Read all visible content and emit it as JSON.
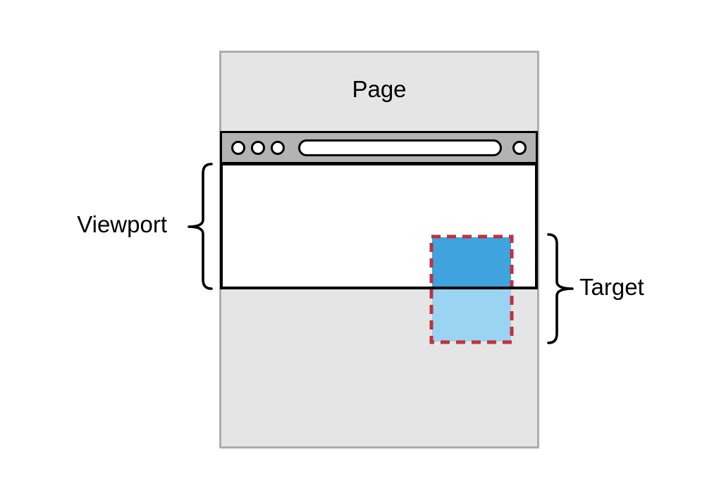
{
  "labels": {
    "page": "Page",
    "viewport": "Viewport",
    "target": "Target"
  },
  "toolbar": {
    "left_button_icons": [
      "circle",
      "circle",
      "circle"
    ],
    "address_bar_icon": "rounded-pill",
    "right_button_icons": [
      "circle"
    ]
  },
  "colors": {
    "page_fill": "#e5e5e5",
    "page_border": "#adadad",
    "toolbar_fill": "#b3b3b3",
    "outline": "#000000",
    "viewport_fill": "#ffffff",
    "target_visible_fill": "#3fa3dd",
    "target_clipped_fill": "#9bd3f2",
    "target_border": "#c2303e",
    "label_color": "#000000"
  }
}
